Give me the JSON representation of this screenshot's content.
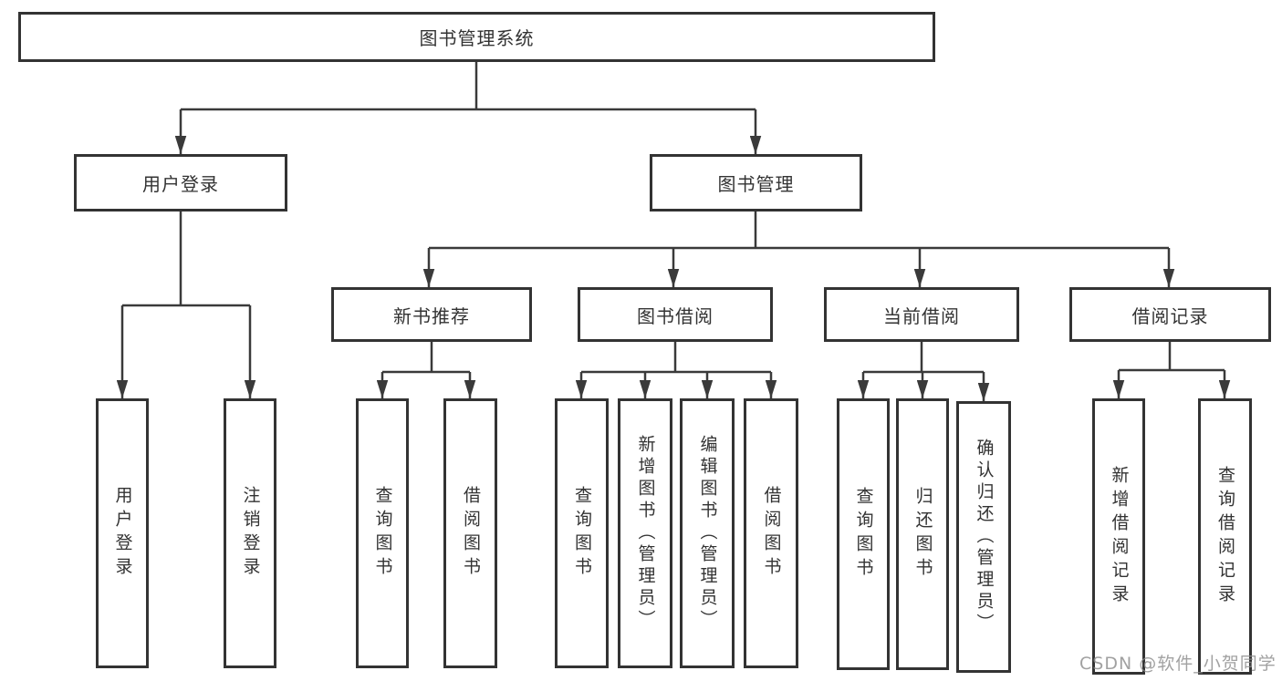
{
  "diagram": {
    "root": {
      "label": "图书管理系统"
    },
    "level1": {
      "user_login": {
        "label": "用户登录"
      },
      "book_management": {
        "label": "图书管理"
      }
    },
    "level2": {
      "new_book_recommend": {
        "label": "新书推荐"
      },
      "book_borrowing": {
        "label": "图书借阅"
      },
      "current_borrowing": {
        "label": "当前借阅"
      },
      "borrowing_records": {
        "label": "借阅记录"
      }
    },
    "leaves": {
      "user_login": {
        "login": "用户登录",
        "logout": "注销登录"
      },
      "new_book_recommend": {
        "query_books": "查询图书",
        "borrow_books": "借阅图书"
      },
      "book_borrowing": {
        "query_books": "查询图书",
        "add_books_admin": "新增图书（管理员）",
        "edit_books_admin": "编辑图书（管理员）",
        "borrow_books": "借阅图书"
      },
      "current_borrowing": {
        "query_books": "查询图书",
        "return_books": "归还图书",
        "confirm_return_admin": "确认归还（管理员）"
      },
      "borrowing_records": {
        "add_record": "新增借阅记录",
        "query_record": "查询借阅记录"
      }
    },
    "colors": {
      "line": "#3a3a3a",
      "box_border": "#333333",
      "text": "#333333",
      "background": "#ffffff",
      "watermark": "#8c8c8c"
    },
    "watermark": "CSDN @软件_小贺同学"
  }
}
